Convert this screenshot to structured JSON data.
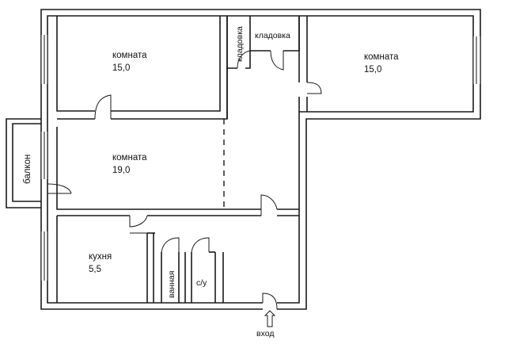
{
  "rooms": {
    "room_top_left": {
      "name": "комната",
      "area": "15,0"
    },
    "room_top_right": {
      "name": "комната",
      "area": "15,0"
    },
    "room_middle": {
      "name": "комната",
      "area": "19,0"
    },
    "kitchen": {
      "name": "кухня",
      "area": "5,5"
    }
  },
  "labels": {
    "storage_vertical": "кладовка",
    "storage_horizontal": "кладовка",
    "balcony": "балкон",
    "bathroom": "ванная",
    "toilet": "с/у",
    "entrance": "вход"
  },
  "colors": {
    "wall": "#1a1a1a",
    "background": "#ffffff"
  }
}
